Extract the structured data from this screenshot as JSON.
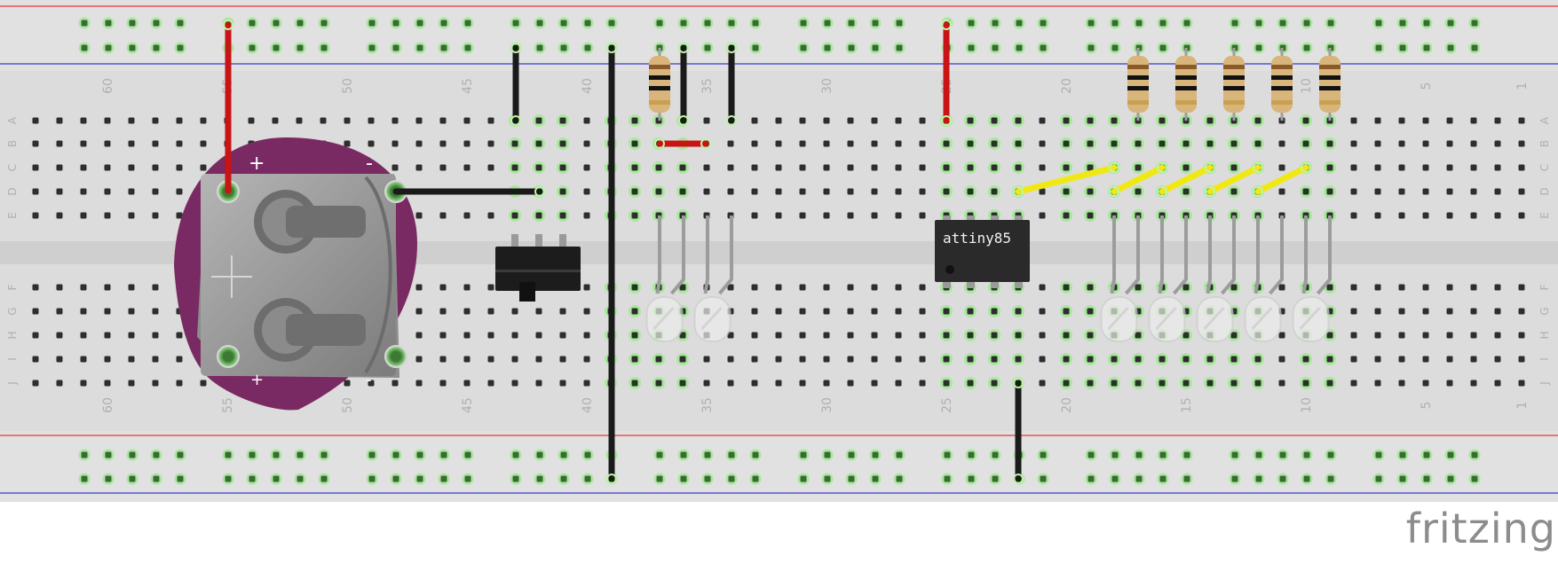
{
  "board": {
    "row_labels": [
      "A",
      "B",
      "C",
      "D",
      "E",
      "F",
      "G",
      "H",
      "I",
      "J"
    ],
    "column_labels": [
      "60",
      "55",
      "50",
      "45",
      "40",
      "35",
      "30",
      "25",
      "20",
      "15",
      "10",
      "5",
      "1"
    ]
  },
  "chip": {
    "label": "attiny85"
  },
  "battery": {
    "plus_symbol": "+",
    "minus_symbol": "-"
  },
  "watermark": {
    "text": "fritzing"
  },
  "colors": {
    "board": "#dcdcdc",
    "rail_red": "#e23b3b",
    "rail_blue": "#3b3bd0",
    "hole": "#2e2e2e",
    "connected": "#7bd36e",
    "wire_red": "#c81414",
    "wire_black": "#1a1a1a",
    "wire_yellow": "#f0e815",
    "battery_holder": "#7a2a62"
  }
}
